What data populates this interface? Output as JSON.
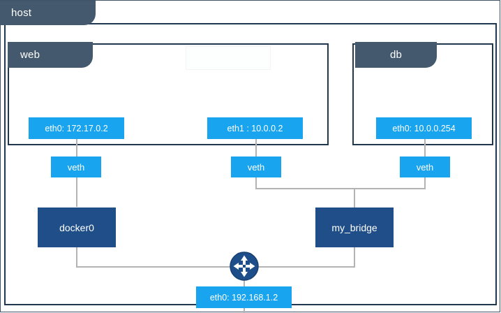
{
  "diagram": {
    "title": "docker-network-topology",
    "colors": {
      "slate_tab": "#44596e",
      "container_border": "#20384f",
      "interface_blue": "#19a4f0",
      "bridge_navy": "#1f4e89",
      "line_gray": "#b3b3b3",
      "page_border": "#3f5468",
      "background": "#ffffff"
    },
    "containers": [
      {
        "id": "host",
        "label": "host"
      },
      {
        "id": "web",
        "label": "web"
      },
      {
        "id": "db",
        "label": "db"
      }
    ],
    "interfaces": [
      {
        "id": "web-eth0",
        "label": "eth0: 172.17.0.2",
        "parent": "web"
      },
      {
        "id": "web-eth1",
        "label": "eth1 : 10.0.0.2",
        "parent": "web"
      },
      {
        "id": "db-eth0",
        "label": "eth0: 10.0.0.254",
        "parent": "db"
      },
      {
        "id": "host-eth0",
        "label": "eth0: 192.168.1.2",
        "parent": "host"
      }
    ],
    "veths": [
      {
        "id": "veth-1",
        "label": "veth"
      },
      {
        "id": "veth-2",
        "label": "veth"
      },
      {
        "id": "veth-3",
        "label": "veth"
      }
    ],
    "bridges": [
      {
        "id": "docker0",
        "label": "docker0"
      },
      {
        "id": "my_bridge",
        "label": "my_bridge"
      }
    ],
    "router": {
      "id": "router",
      "icon": "router-icon",
      "arrows": [
        "up",
        "down",
        "left",
        "right"
      ]
    }
  }
}
